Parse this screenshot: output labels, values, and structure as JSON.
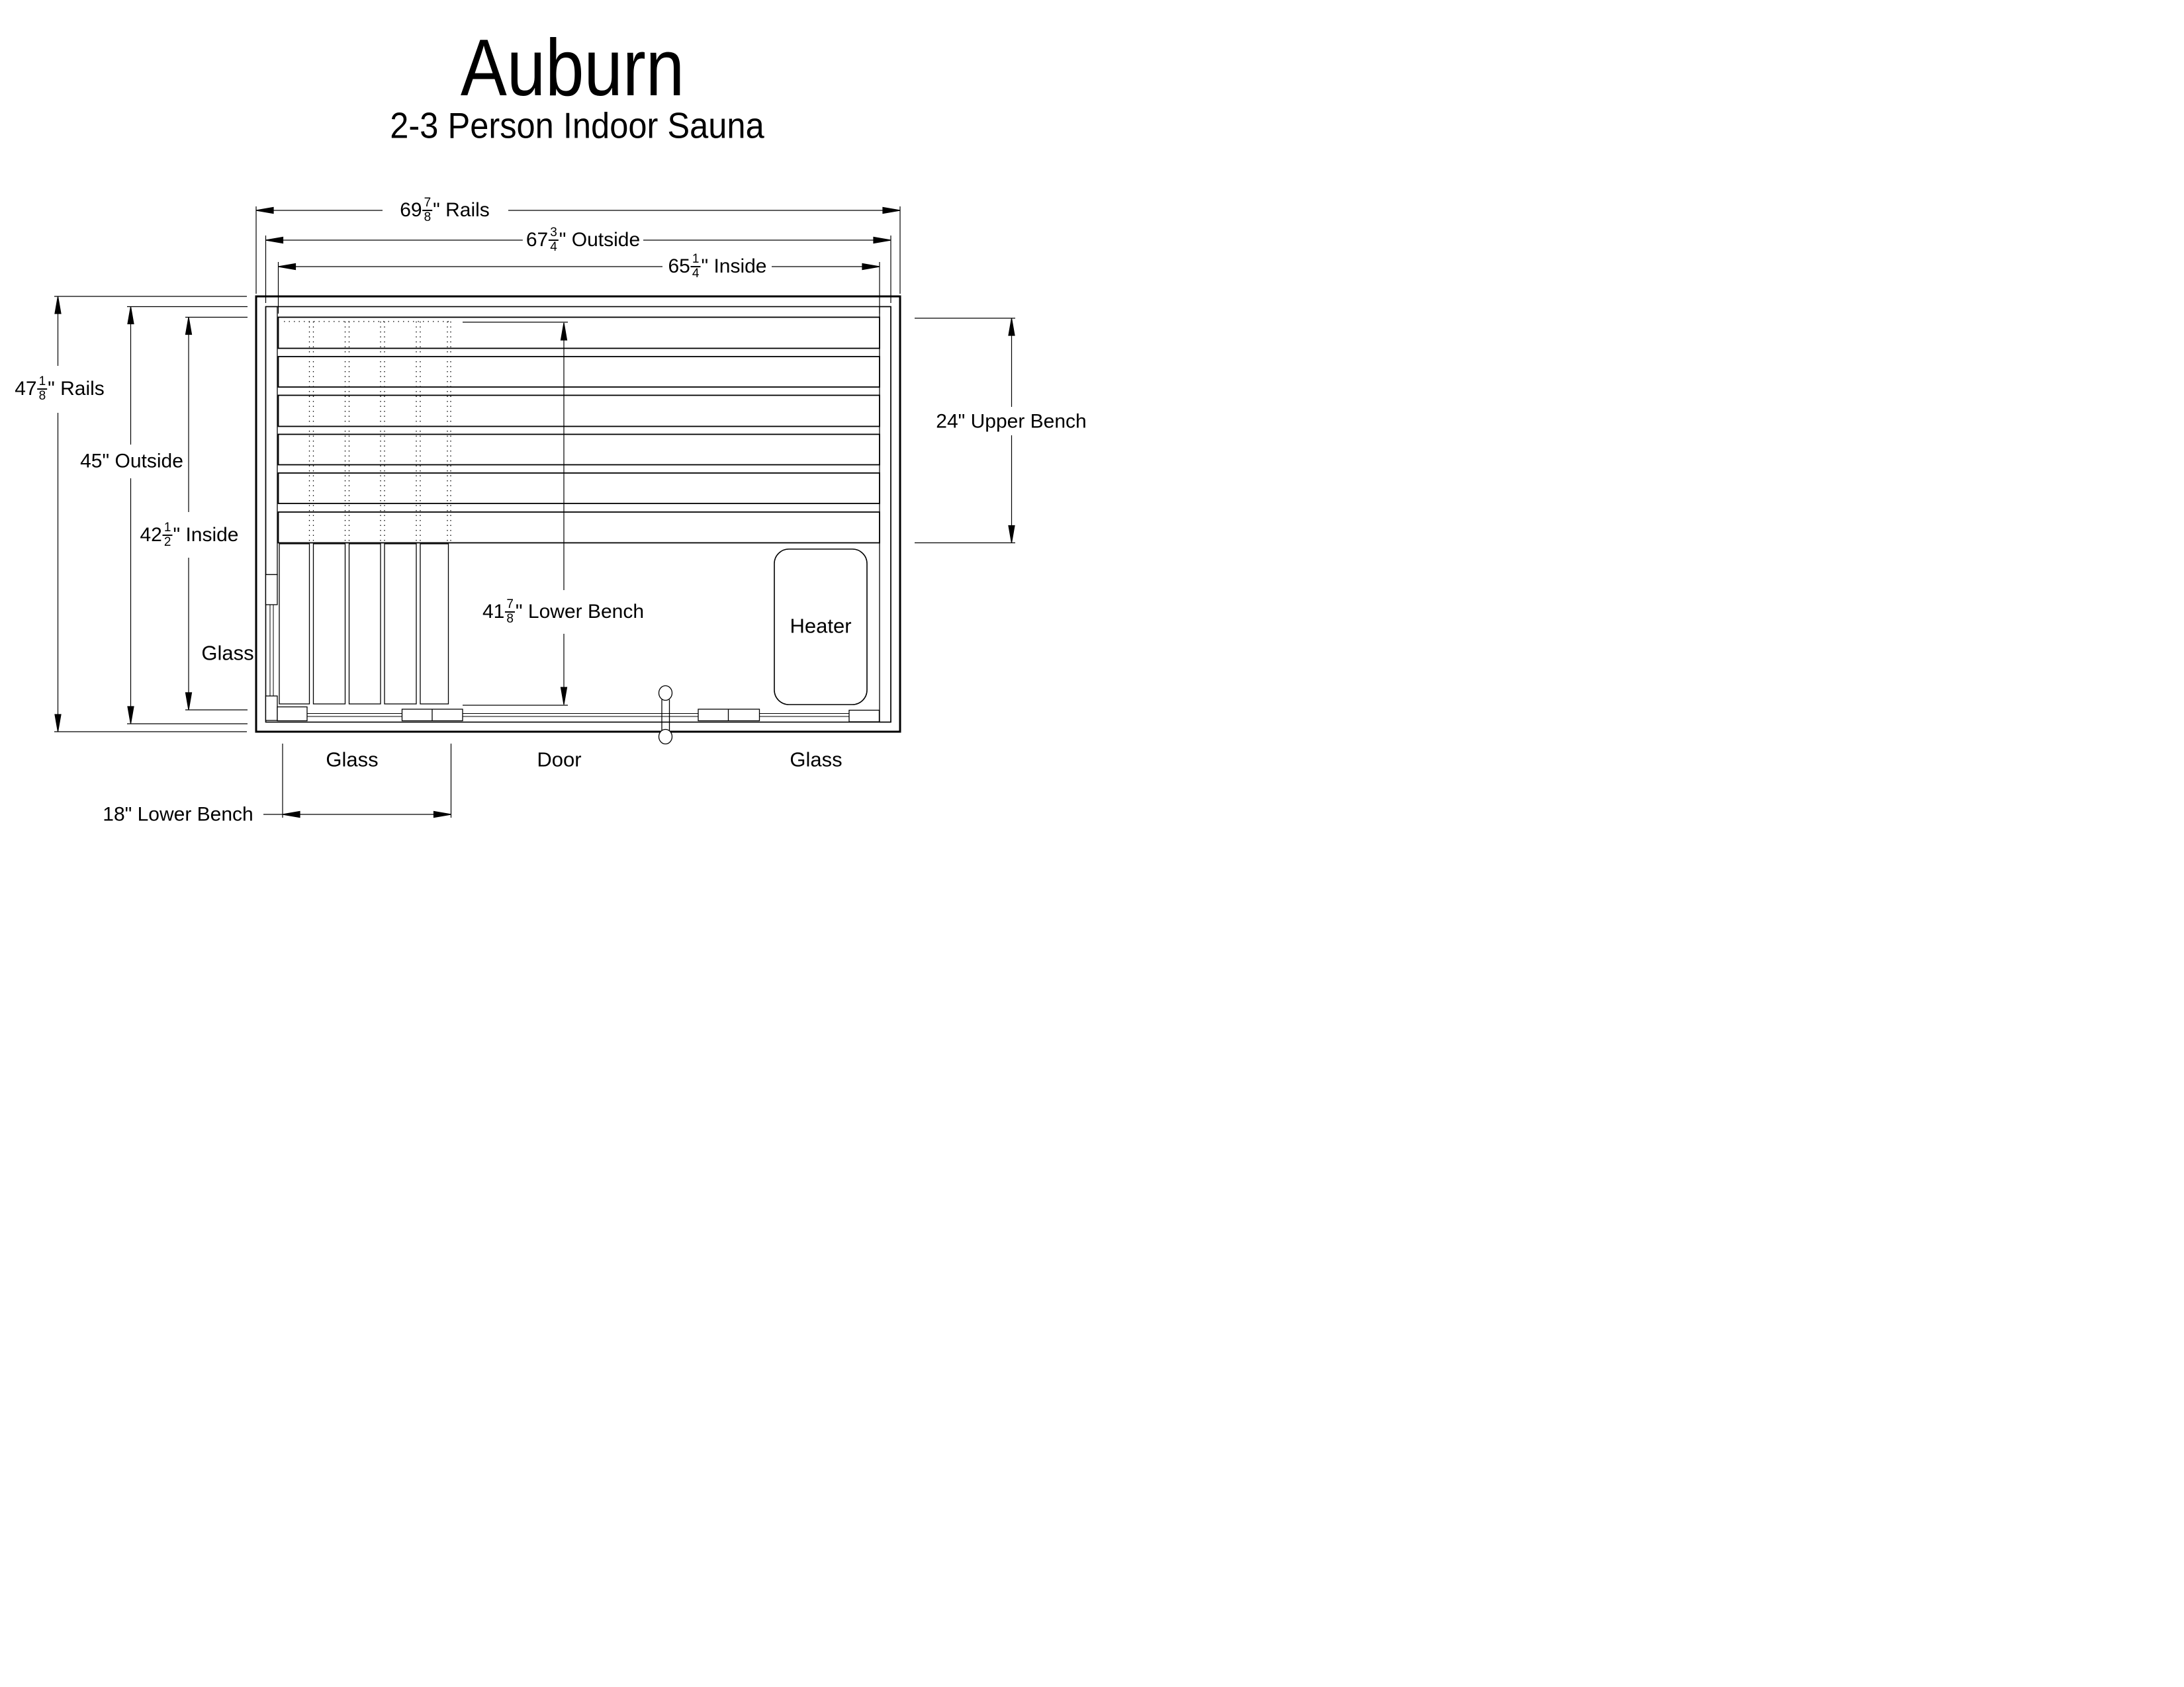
{
  "title": "Auburn",
  "subtitle": "2-3 Person Indoor Sauna",
  "dimensions": {
    "rails_width": {
      "whole": "69",
      "num": "7",
      "den": "8",
      "suffix": "\" Rails"
    },
    "outside_width": {
      "whole": "67",
      "num": "3",
      "den": "4",
      "suffix": "\" Outside"
    },
    "inside_width": {
      "whole": "65",
      "num": "1",
      "den": "4",
      "suffix": "\" Inside"
    },
    "rails_height": {
      "whole": "47",
      "num": "1",
      "den": "8",
      "suffix": "\" Rails"
    },
    "outside_height": {
      "whole": "45",
      "suffix": "\" Outside"
    },
    "inside_height": {
      "whole": "42",
      "num": "1",
      "den": "2",
      "suffix": "\" Inside"
    },
    "upper_bench": {
      "whole": "24",
      "suffix": "\" Upper Bench"
    },
    "lower_bench_length": {
      "whole": "41",
      "num": "7",
      "den": "8",
      "suffix": "\" Lower Bench"
    },
    "lower_bench_width": {
      "whole": "18",
      "suffix": "\" Lower Bench"
    }
  },
  "labels": {
    "heater": "Heater",
    "door": "Door",
    "glass_left": "Glass",
    "glass_bottom_left": "Glass",
    "glass_bottom_right": "Glass"
  },
  "colors": {
    "line": "#000000",
    "background": "#ffffff"
  }
}
